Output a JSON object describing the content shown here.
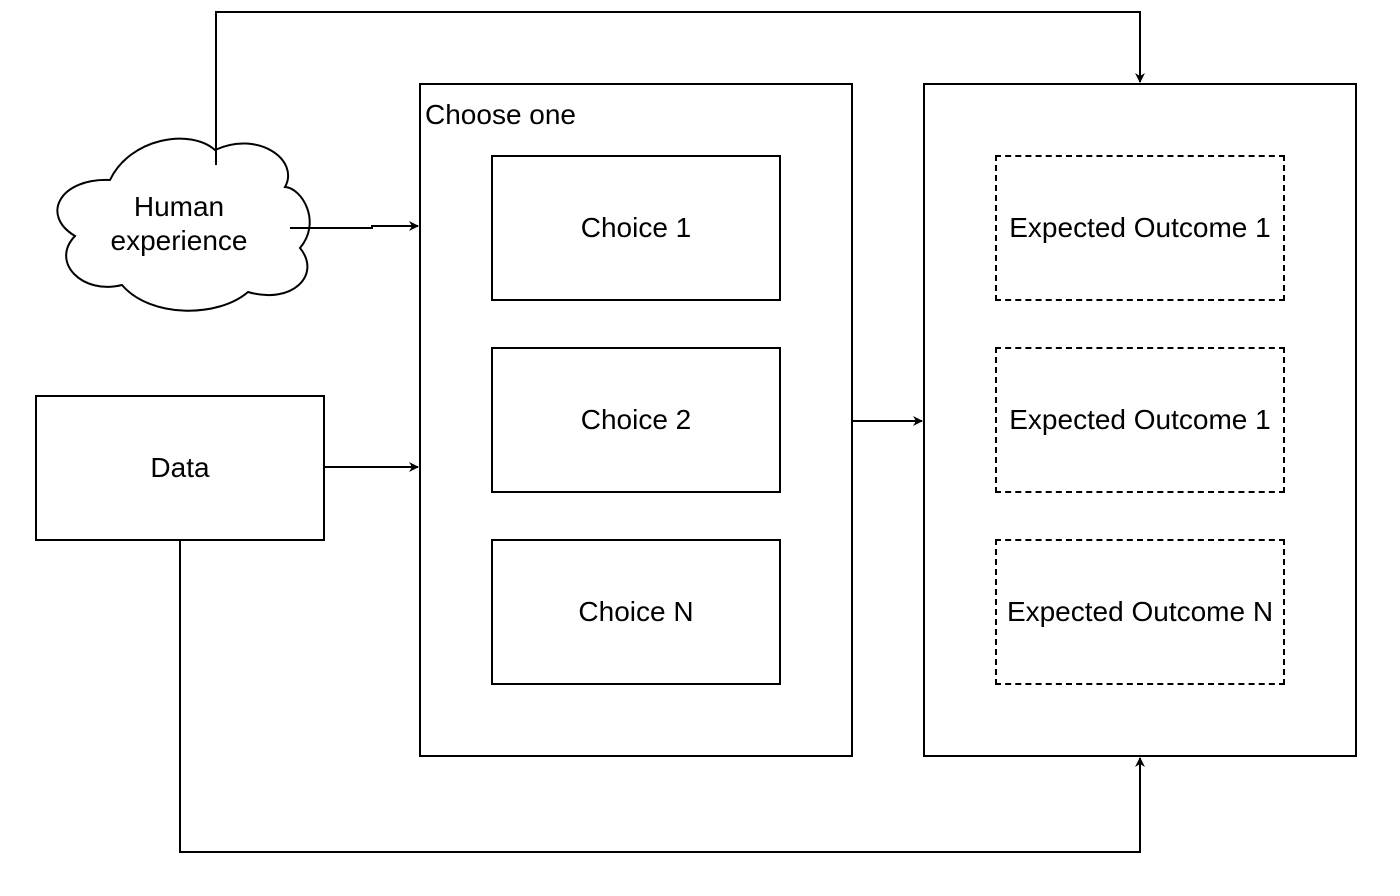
{
  "diagram": {
    "human_experience": {
      "line1": "Human",
      "line2": "experience"
    },
    "data": {
      "label": "Data"
    },
    "choose_group": {
      "label": "Choose one",
      "choices": [
        "Choice 1",
        "Choice 2",
        "Choice N"
      ]
    },
    "outcomes_group": {
      "outcomes": [
        "Expected Outcome 1",
        "Expected Outcome 1",
        "Expected Outcome N"
      ]
    }
  }
}
